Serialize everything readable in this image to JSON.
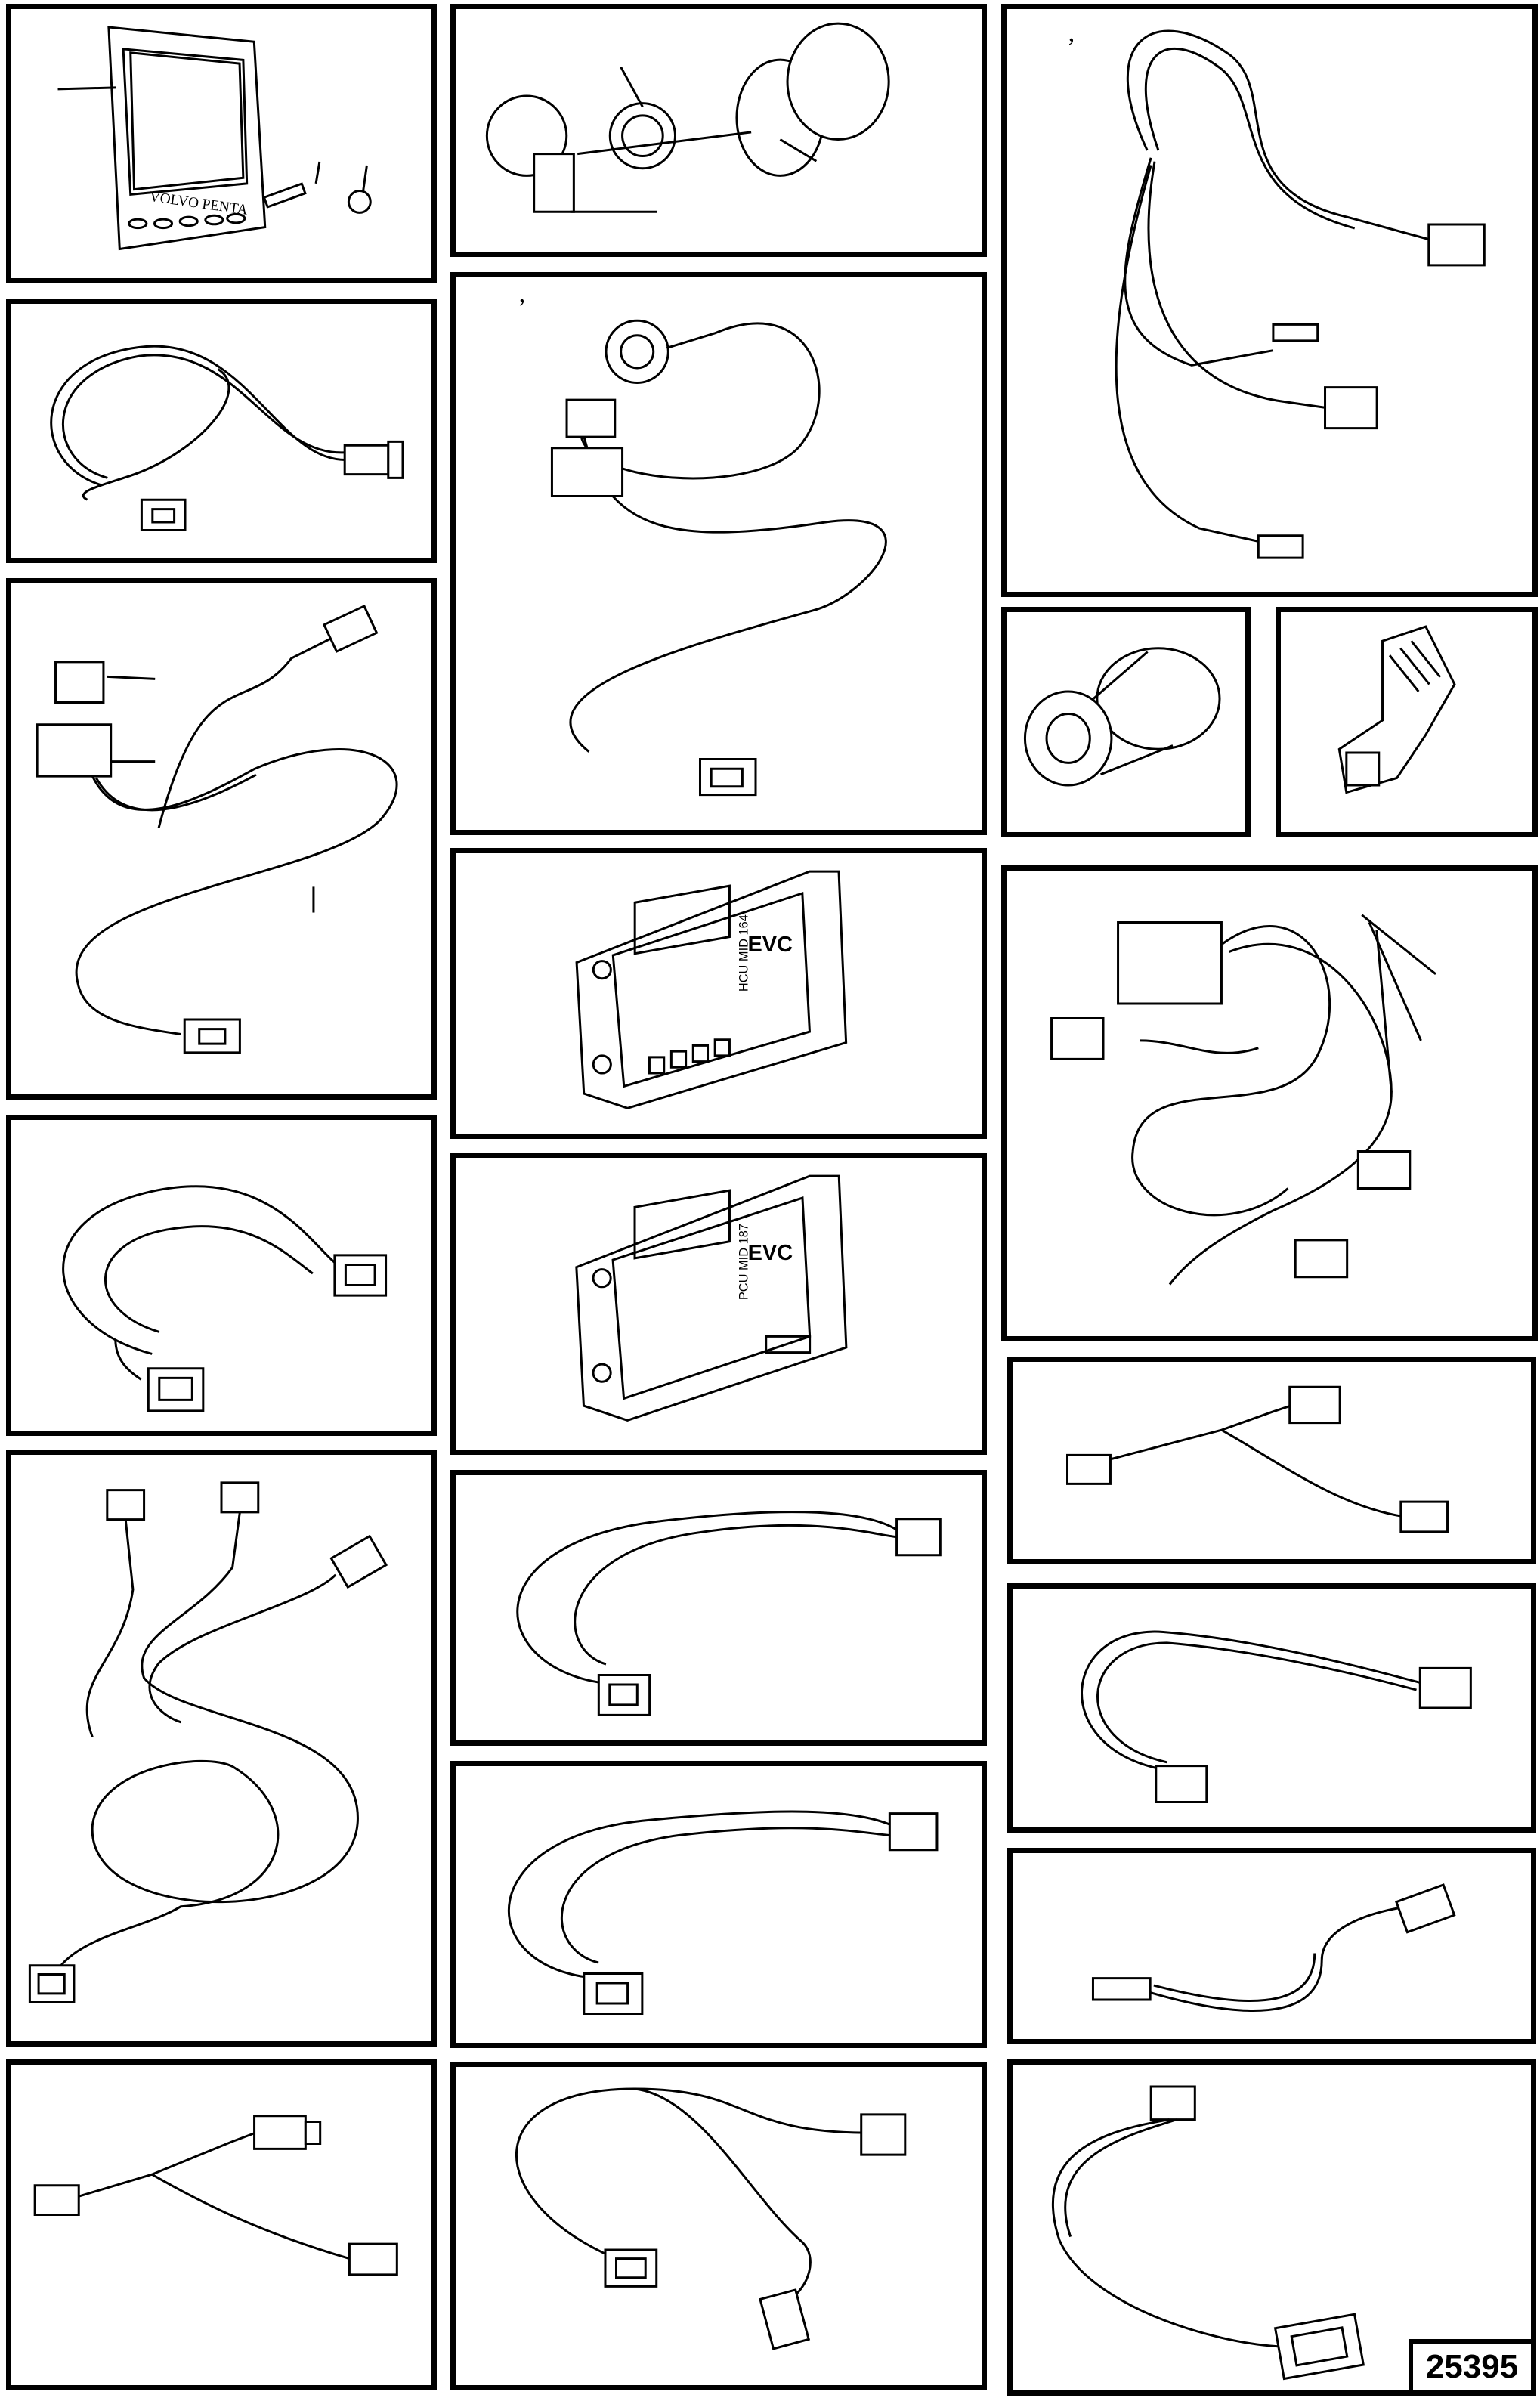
{
  "figure": {
    "reference_number": "25395",
    "display_brand_text": "VOLVO PENTA",
    "ecu_label_top": "EVC",
    "ecu_label_model_a": "HCU MID 164",
    "ecu_label_model_b": "PCU MID 187",
    "tick_marks": [
      "’",
      "’"
    ]
  }
}
